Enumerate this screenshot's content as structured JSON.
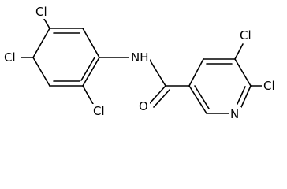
{
  "molecule": {
    "labels": {
      "cl_top": "Cl",
      "cl_left": "Cl",
      "cl_bottom": "Cl",
      "nh": "NH",
      "o": "O",
      "cl_pyr_top": "Cl",
      "cl_pyr_right": "Cl",
      "n_pyr": "N"
    }
  }
}
